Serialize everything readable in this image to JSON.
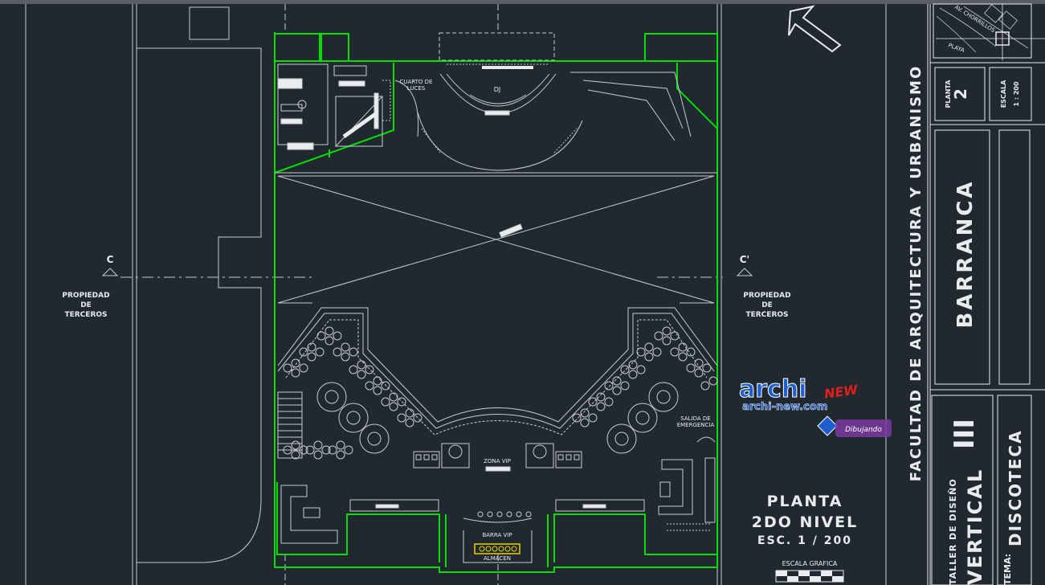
{
  "colors": {
    "background": "#212830",
    "wall": "#00e000",
    "line": "#c8ccd0",
    "dim": "#9aa0a6",
    "text": "#e8ecef",
    "accent": "#e6d200"
  },
  "plan": {
    "section_left": "C",
    "section_right": "C'",
    "neighbor_left": [
      "PROPIEDAD",
      "DE",
      "TERCEROS"
    ],
    "neighbor_right": [
      "PROPIEDAD",
      "DE",
      "TERCEROS"
    ],
    "rooms": {
      "lights_room": [
        "CUARTO DE",
        "LUCES"
      ],
      "dj": "DJ",
      "vip_zone": "ZONA VIP",
      "emergency_exit": [
        "SALIDA DE",
        "EMERGENCIA"
      ],
      "vip_bar": "BARRA VIP",
      "storage": "ALMACEN"
    },
    "title": [
      "PLANTA",
      "2DO NIVEL",
      "ESC. 1 / 200"
    ],
    "graphic_scale": "ESCALA GRAFICA"
  },
  "watermark": {
    "brand_main": "archi",
    "brand_suffix": "NEW",
    "site": "archi-new.com",
    "badge": "Dibujando"
  },
  "titleblock": {
    "keymap_labels": [
      "AV. CHORRILLOS",
      "PLAYA"
    ],
    "sheet_label": "PLANTA",
    "sheet_number": "2",
    "scale_label": "ESCALA",
    "scale_value": "1 : 200",
    "faculty": "FACULTAD DE ARQUITECTURA Y URBANISMO",
    "location": "BARRANCA",
    "course_small": "TALLER DE DISEÑO",
    "course_big": "VERTICAL",
    "course_level": "III",
    "theme_label": "TEMA:",
    "theme": "DISCOTECA"
  }
}
